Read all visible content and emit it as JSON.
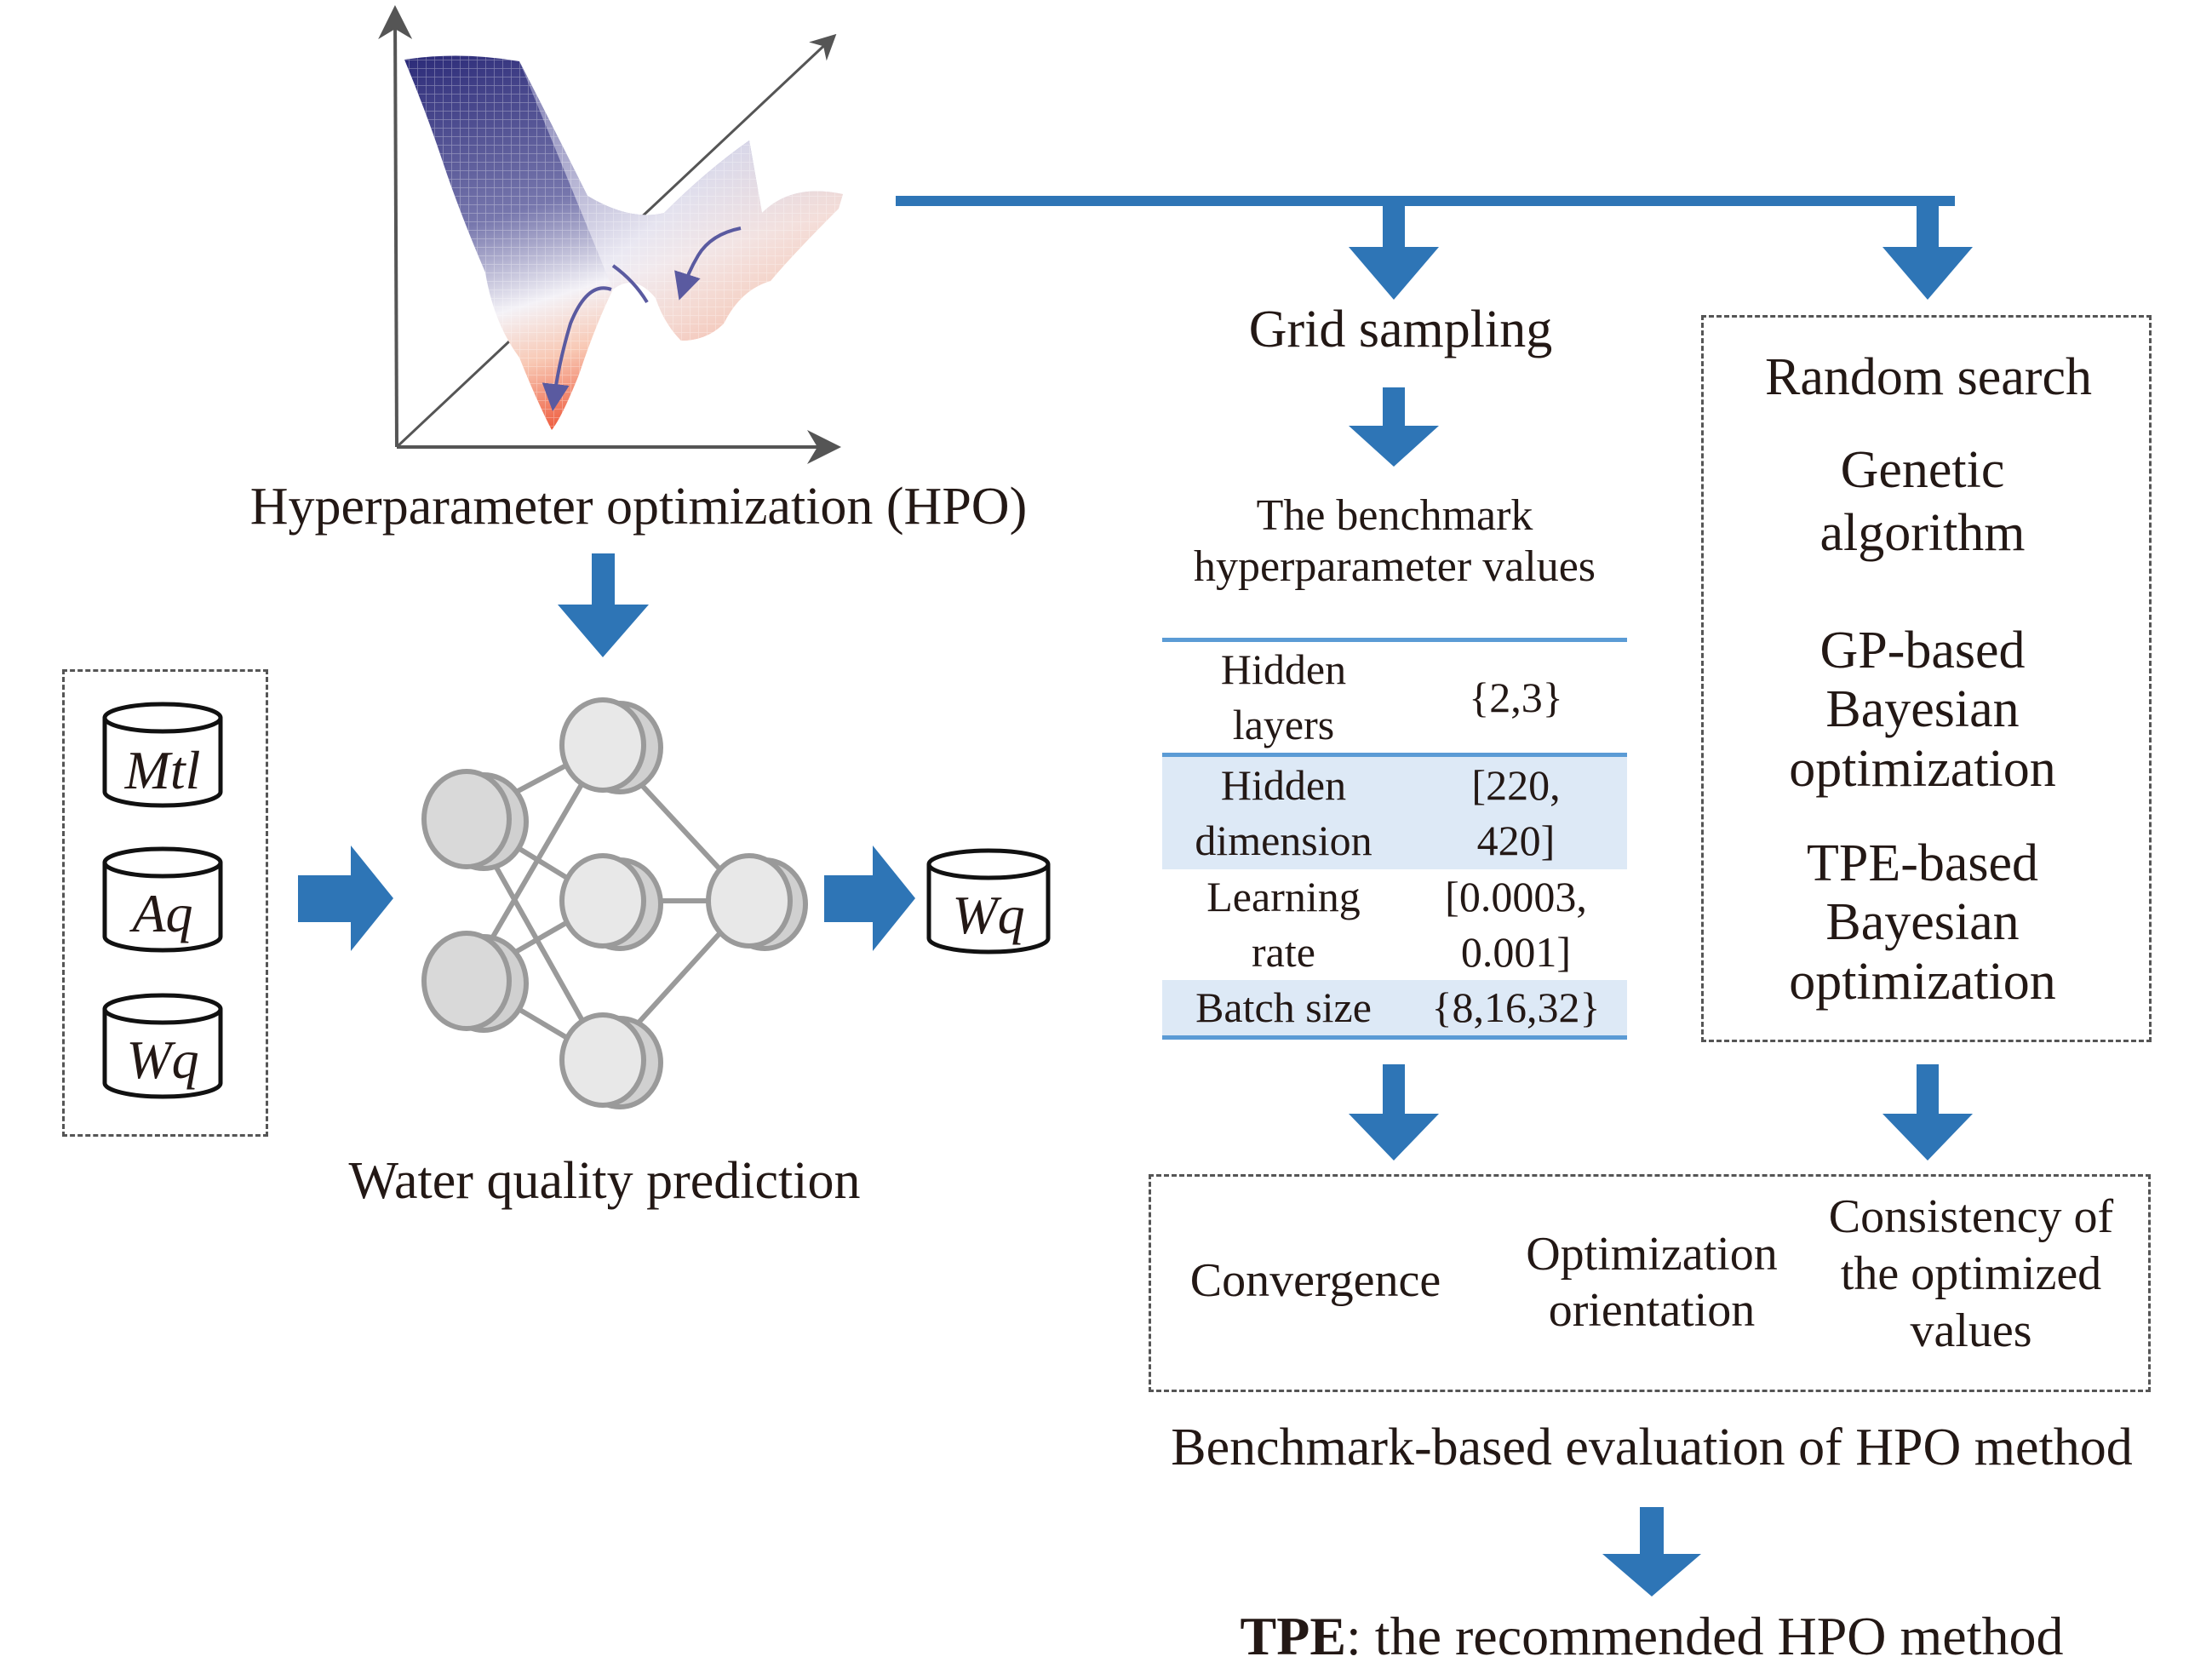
{
  "colors": {
    "arrow": "#2e75b6",
    "table_rule": "#5b9bd5",
    "table_shade": "#dde9f6",
    "surface_high": "#2b2a78",
    "surface_low": "#ee5a3c"
  },
  "hpo": {
    "label": "Hyperparameter optimization (HPO)",
    "surface_icon": "loss-surface"
  },
  "prediction": {
    "inputs": [
      "Mtl",
      "Aq",
      "Wq"
    ],
    "output": "Wq",
    "label": "Water quality prediction",
    "network_icon": "neural-network"
  },
  "grid": {
    "label": "Grid sampling",
    "benchmark_title_line1": "The benchmark",
    "benchmark_title_line2": "hyperparameter values",
    "table": [
      {
        "name_l1": "Hidden",
        "name_l2": "layers",
        "value_l1": "{2,3}",
        "value_l2": ""
      },
      {
        "name_l1": "Hidden",
        "name_l2": "dimension",
        "value_l1": "[220,",
        "value_l2": "420]"
      },
      {
        "name_l1": "Learning",
        "name_l2": "rate",
        "value_l1": "[0.0003,",
        "value_l2": "0.001]"
      },
      {
        "name_l1": "Batch size",
        "name_l2": "",
        "value_l1": "{8,16,32}",
        "value_l2": ""
      }
    ]
  },
  "methods": {
    "items": [
      {
        "l1": "Random search",
        "l2": "",
        "l3": ""
      },
      {
        "l1": "Genetic",
        "l2": "algorithm",
        "l3": ""
      },
      {
        "l1": "GP-based",
        "l2": "Bayesian",
        "l3": "optimization"
      },
      {
        "l1": "TPE-based",
        "l2": "Bayesian",
        "l3": "optimization"
      }
    ]
  },
  "evaluation": {
    "criteria": [
      {
        "l1": "Convergence",
        "l2": "",
        "l3": ""
      },
      {
        "l1": "Optimization",
        "l2": "orientation",
        "l3": ""
      },
      {
        "l1": "Consistency of",
        "l2": "the optimized",
        "l3": "values"
      }
    ],
    "label": "Benchmark-based evaluation of HPO method"
  },
  "result": {
    "bold": "TPE",
    "rest": ": the recommended HPO method"
  }
}
